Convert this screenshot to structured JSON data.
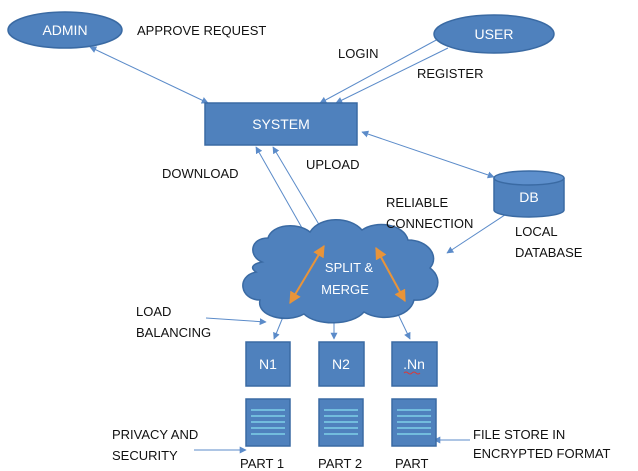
{
  "nodes": {
    "admin": "ADMIN",
    "user": "USER",
    "system": "SYSTEM",
    "db": "DB",
    "cloud": [
      "SPLIT &",
      "MERGE"
    ],
    "n1": "N1",
    "n2": "N2",
    "nn": ".Nn"
  },
  "labels": {
    "approve_request": "APPROVE REQUEST",
    "login": "LOGIN",
    "register": "REGISTER",
    "download": "DOWNLOAD",
    "upload": "UPLOAD",
    "reliable_connection": [
      "RELIABLE",
      "CONNECTION"
    ],
    "local_database": [
      "LOCAL",
      "DATABASE"
    ],
    "load_balancing": [
      "LOAD",
      "BALANCING"
    ],
    "privacy_security": [
      "PRIVACY AND",
      "SECURITY"
    ],
    "file_store": [
      "FILE STORE IN",
      "ENCRYPTED FORMAT"
    ],
    "part1": "PART 1",
    "part2": "PART 2",
    "part_n": "PART"
  },
  "colors": {
    "node_fill": "#4f81bd",
    "node_stroke": "#3a6aa3",
    "arrow": "#5b8bc9",
    "bidirectional_arrow": "#e8943a",
    "doc_line": "#7fd0e8"
  }
}
